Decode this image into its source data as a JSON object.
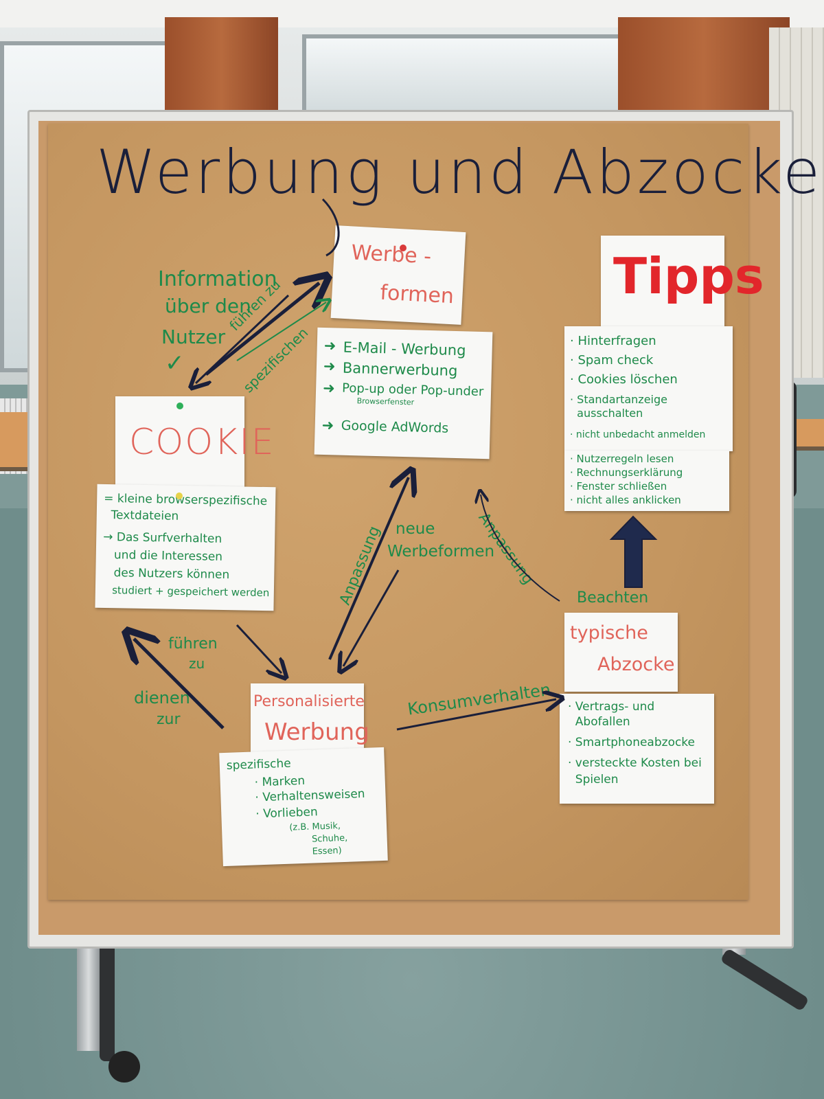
{
  "board": {
    "title": "Werbung und Abzocke",
    "werbeformen": {
      "label_line1": "Werbe -",
      "label_line2": "formen"
    },
    "werbeformen_list": [
      "E-Mail - Werbung",
      "Bannerwerbung",
      "Pop-up oder Pop-under",
      "Browserfenster",
      "Google AdWords"
    ],
    "tipps": {
      "label": "Tipps"
    },
    "tipps_list_1": [
      "· Hinterfragen",
      "· Spam check",
      "· Cookies löschen",
      "· Standartanzeige",
      "  ausschalten",
      "· nicht unbedacht anmelden"
    ],
    "tipps_list_2": [
      "· Nutzerregeln lesen",
      "· Rechnungserklärung",
      "· Fenster schließen",
      "· nicht alles anklicken"
    ],
    "cookie": {
      "label": "COOKIE"
    },
    "cookie_desc": [
      "= kleine browserspezifische",
      "  Textdateien",
      "→ Das Surfverhalten",
      "   und die Interessen",
      "   des Nutzers können",
      "   studiert + gespeichert werden"
    ],
    "info_nutzer": [
      "Information",
      "über den",
      "Nutzer"
    ],
    "fuehren_spez": [
      "führen zu",
      "spezifischen"
    ],
    "anpassung_left": "Anpassung",
    "neue_werbeformen": [
      "neue",
      "Werbeformen"
    ],
    "anpassung_right": "Anpassung",
    "beachten": "Beachten",
    "typische_abzocke": {
      "line1": "typische",
      "line2": "Abzocke"
    },
    "abzocke_list": [
      "· Vertrags- und",
      "  Abofallen",
      "· Smartphoneabzocke",
      "· versteckte Kosten bei",
      "  Spielen"
    ],
    "fuehren_zu": [
      "führen",
      "zu"
    ],
    "dienen_zur": [
      "dienen",
      "zur"
    ],
    "personalisierte": {
      "line1": "Personalisierte",
      "line2": "Werbung"
    },
    "spezifische_list": [
      "spezifische",
      "· Marken",
      "· Verhaltensweisen",
      "· Vorlieben",
      "  (z.B. Musik,",
      "   Schuhe,",
      "   Essen)"
    ],
    "konsumverhalten": "Konsumverhalten"
  },
  "colors": {
    "kraft_paper": "#c49660",
    "marker_green": "#1e8a4a",
    "marker_red": "#e0645a",
    "marker_dark_blue": "#1a1f3a",
    "tipps_red": "#e2262b"
  }
}
